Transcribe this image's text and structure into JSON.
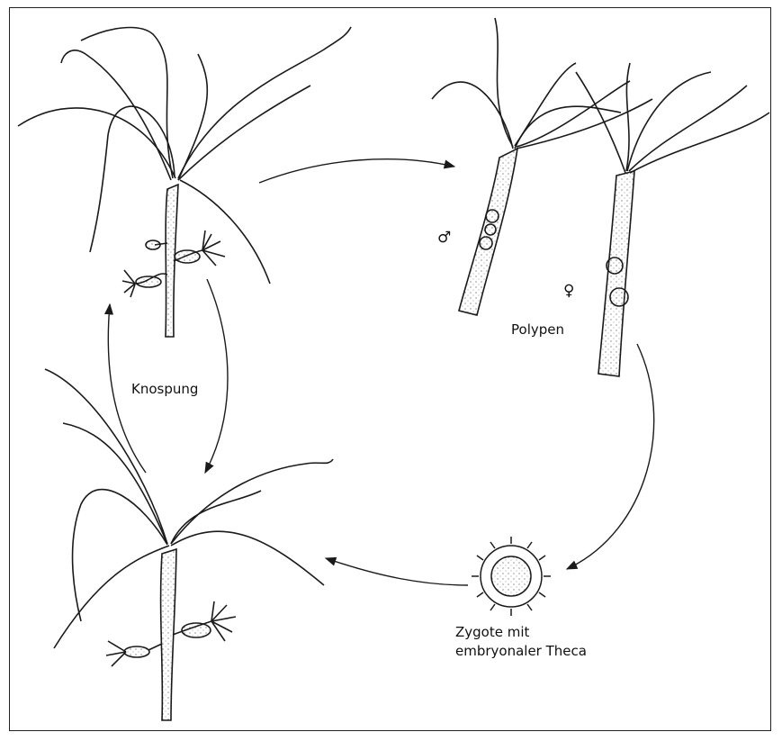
{
  "labels": {
    "budding": "Knospung",
    "polyps": "Polypen",
    "zygote_line1": "Zygote mit",
    "zygote_line2": "embryonaler Theca",
    "male_symbol": "♂",
    "female_symbol": "♀"
  },
  "colors": {
    "ink": "#1a1a1a",
    "paper": "#ffffff",
    "stipple": "#555555"
  }
}
